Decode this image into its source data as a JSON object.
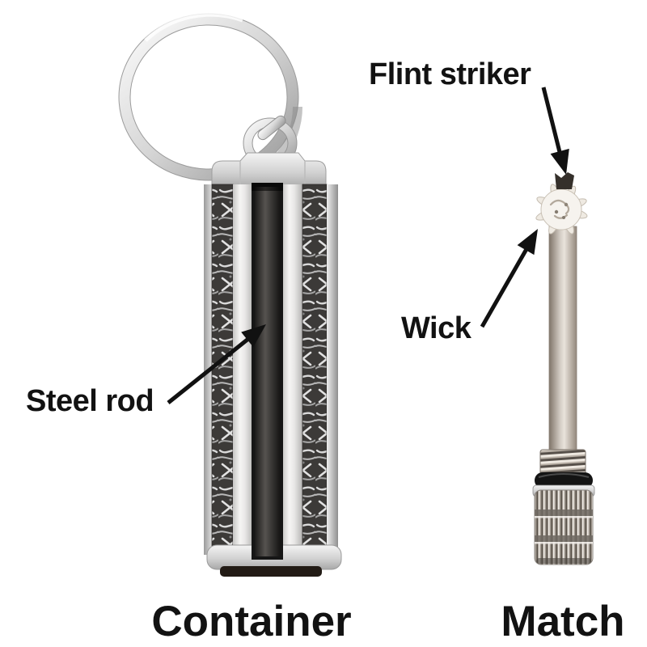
{
  "diagram": {
    "title_context": "permanent match keychain parts diagram",
    "part_labels": {
      "flint_striker": "Flint striker",
      "wick": "Wick",
      "steel_rod": "Steel rod"
    },
    "captions": {
      "container": "Container",
      "match": "Match"
    }
  },
  "colors": {
    "background": "#ffffff",
    "label_text": "#121212",
    "arrow": "#111111",
    "metal_light": "#f2f2f2",
    "metal_mid": "#b9b9b9",
    "engraved_panel_dark": "#3c3a38",
    "steel_rod_slot": "#1b1a19",
    "match_rod_metal": "#cfc7bf",
    "o_ring_black": "#141414"
  }
}
